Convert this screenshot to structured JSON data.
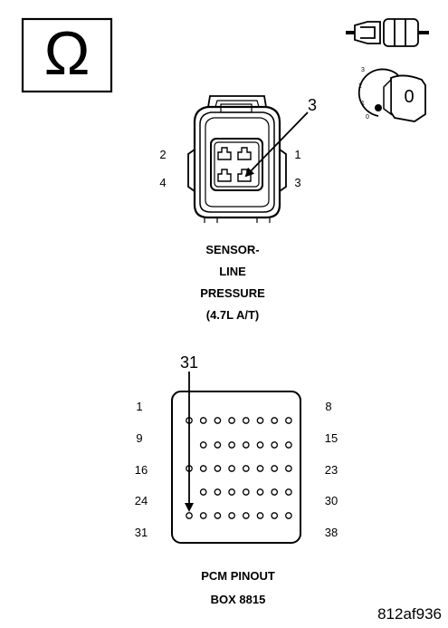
{
  "ohmmeter_symbol": {
    "icon": "ohm-icon",
    "glyph": "Ω"
  },
  "ignition": {
    "plug_icon": "connector-plug-icon",
    "key_icon": "ignition-key-icon",
    "positions": [
      "3",
      "2",
      "1",
      "0"
    ],
    "selected": "0"
  },
  "sensor_connector": {
    "pin_labels": {
      "left_top": "2",
      "left_bottom": "4",
      "right_top": "1",
      "right_bottom": "3"
    },
    "callout": "3",
    "caption": [
      "SENSOR-",
      "LINE",
      "PRESSURE",
      "(4.7L A/T)"
    ]
  },
  "pcm_connector": {
    "callout": "31",
    "left_labels": [
      "1",
      "9",
      "16",
      "24",
      "31"
    ],
    "right_labels": [
      "8",
      "15",
      "23",
      "30",
      "38"
    ],
    "caption": [
      "PCM PINOUT",
      "BOX 8815"
    ]
  },
  "figure_id": "812af936"
}
